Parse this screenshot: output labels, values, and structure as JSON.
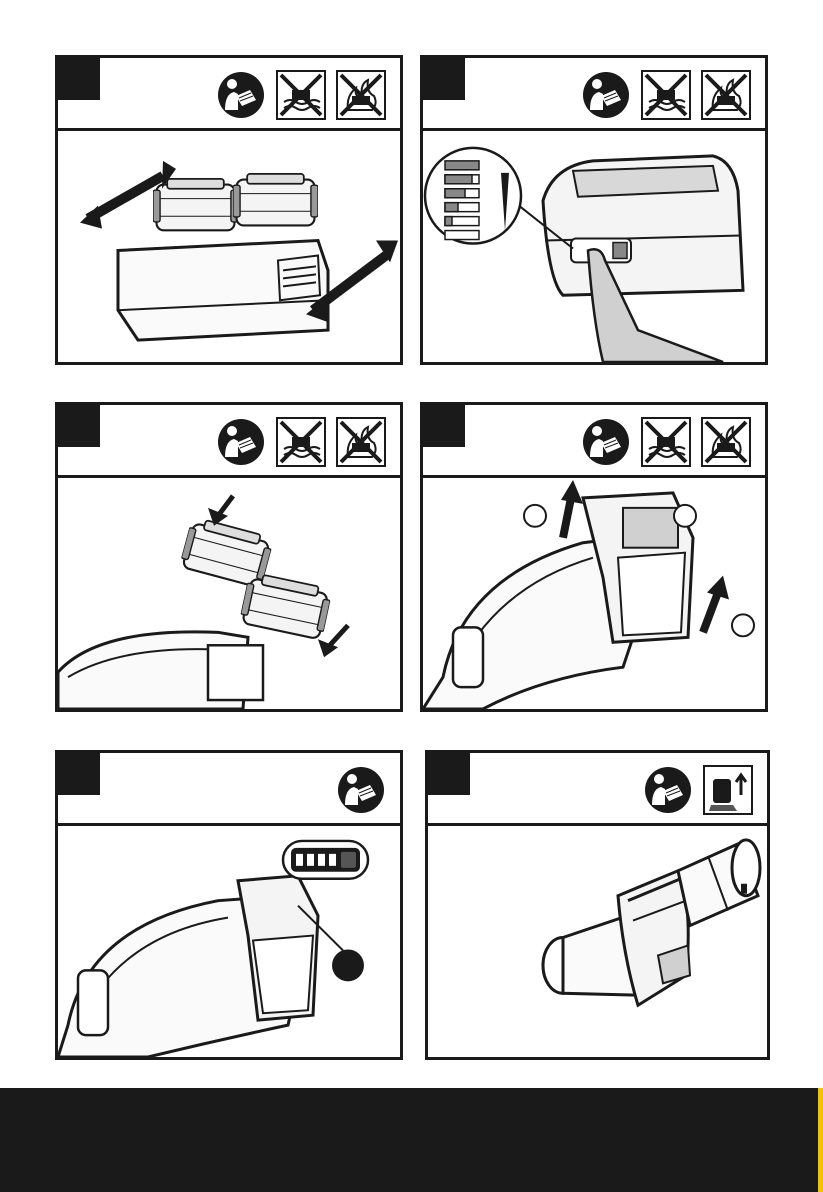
{
  "panels": [
    {
      "id": 1,
      "icons": [
        "read-manual-icon",
        "no-water-icon",
        "no-fire-icon"
      ],
      "illustration": "dual-charger-with-two-batteries"
    },
    {
      "id": 2,
      "icons": [
        "read-manual-icon",
        "no-water-icon",
        "no-fire-icon"
      ],
      "illustration": "battery-charge-indicator-check"
    },
    {
      "id": 3,
      "icons": [
        "read-manual-icon",
        "no-water-icon",
        "no-fire-icon"
      ],
      "illustration": "battery-insert-into-tool"
    },
    {
      "id": 4,
      "icons": [
        "read-manual-icon",
        "no-water-icon",
        "no-fire-icon"
      ],
      "illustration": "battery-removal-from-tool"
    },
    {
      "id": 5,
      "icons": [
        "read-manual-icon"
      ],
      "illustration": "tool-charge-indicator"
    },
    {
      "id": 6,
      "icons": [
        "read-manual-icon",
        "remove-battery-icon"
      ],
      "illustration": "blower-nozzle"
    }
  ],
  "colors": {
    "ink": "#1a1a1a",
    "footer": "#1a1a1a",
    "accent": "#f2c400"
  }
}
